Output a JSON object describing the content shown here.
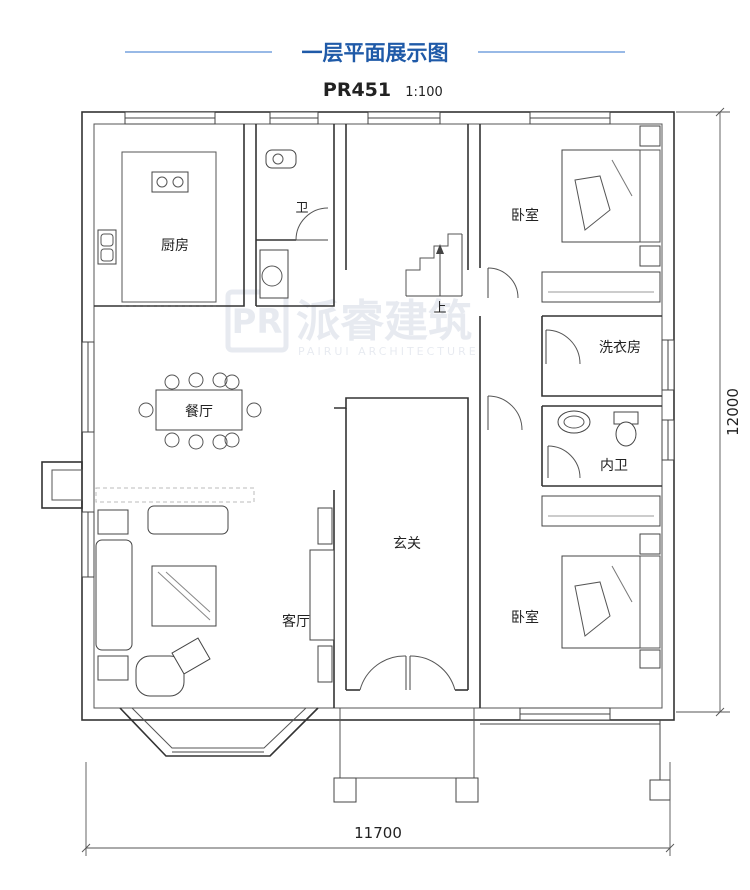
{
  "header": {
    "title": "一层平面展示图",
    "code": "PR451",
    "scale": "1:100",
    "accent_color": "#1f5aa8"
  },
  "rooms": {
    "kitchen": "厨房",
    "wc_top": "卫",
    "stair_up": "上",
    "bedroom_top": "卧室",
    "laundry": "洗衣房",
    "dining": "餐厅",
    "inner_wc": "内卫",
    "foyer": "玄关",
    "living": "客厅",
    "bedroom_bottom": "卧室"
  },
  "watermark": {
    "brand": "派睿建筑",
    "brand_en": "PAIRUI ARCHITECTURE"
  },
  "dimensions": {
    "width": "11700",
    "height": "12000"
  },
  "icons": {
    "stove": "stove-icon",
    "sink": "sink-icon",
    "toilet": "toilet-icon",
    "bed": "bed-icon",
    "sofa": "sofa-icon",
    "armchair": "armchair-icon",
    "dining_table": "dining-table-icon",
    "coffee_table": "coffee-table-icon",
    "wardrobe": "wardrobe-icon",
    "tv": "tv-icon"
  }
}
